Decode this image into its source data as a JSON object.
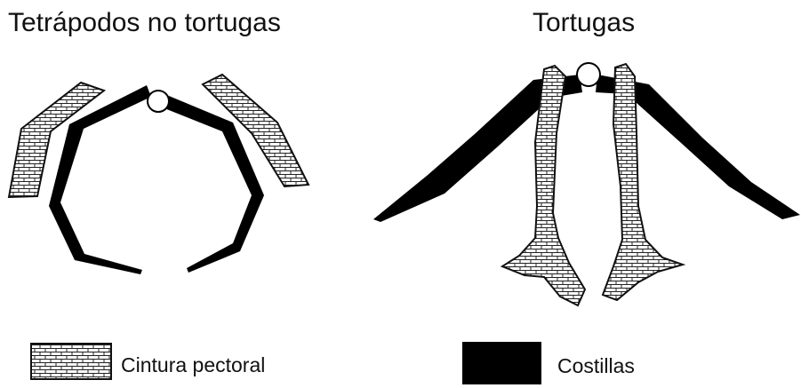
{
  "titles": {
    "left": "Tetrápodos no tortugas",
    "right": "Tortugas"
  },
  "legend": {
    "girdle": "Cintura pectoral",
    "ribs": "Costillas"
  },
  "colors": {
    "ribs": "#000000",
    "girdle_fill": "#ffffff",
    "girdle_pattern": "#222222"
  }
}
